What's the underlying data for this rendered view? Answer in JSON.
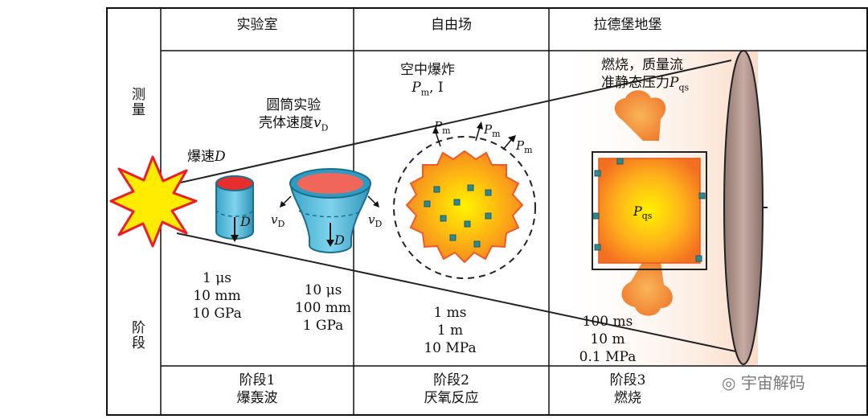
{
  "axis": {
    "measure": "测量",
    "stage": "阶段"
  },
  "columns": [
    {
      "name": "实验室",
      "stage": "阶段1",
      "desc": "爆轰波"
    },
    {
      "name": "自由场",
      "stage": "阶段2",
      "desc": "厌氧反应"
    },
    {
      "name": "拉德堡地堡",
      "stage": "阶段3",
      "desc": "燃烧"
    }
  ],
  "labels": {
    "det_speed": "爆速",
    "det_speed_sym": "D",
    "cyl_line1": "圆筒实验",
    "cyl_line2": "壳体速度",
    "vel_sym": "v",
    "vel_sub": "D",
    "air_line1": "空中爆炸",
    "pm_sym": "P",
    "pm_sub": "m",
    "impulse": ", I",
    "combust_line1": "燃烧，质量流",
    "combust_line2": "准静态压力",
    "pqs_sub": "qs",
    "d_sym": "D"
  },
  "scales": [
    {
      "time": "1 μs",
      "length": "10 mm",
      "pressure": "10 GPa"
    },
    {
      "time": "10 μs",
      "length": "100 mm",
      "pressure": "1 GPa"
    },
    {
      "time": "1 ms",
      "length": "1 m",
      "pressure": "10 MPa"
    },
    {
      "time": "100 ms",
      "length": "10 m",
      "pressure": "0.1 MPa"
    }
  ],
  "watermark": "宇宙解码",
  "colors": {
    "cyan": "#4fb8d8",
    "red": "#e8392c",
    "orange": "#f7941d",
    "yellow": "#ffe600",
    "drum": "#b89a92"
  }
}
